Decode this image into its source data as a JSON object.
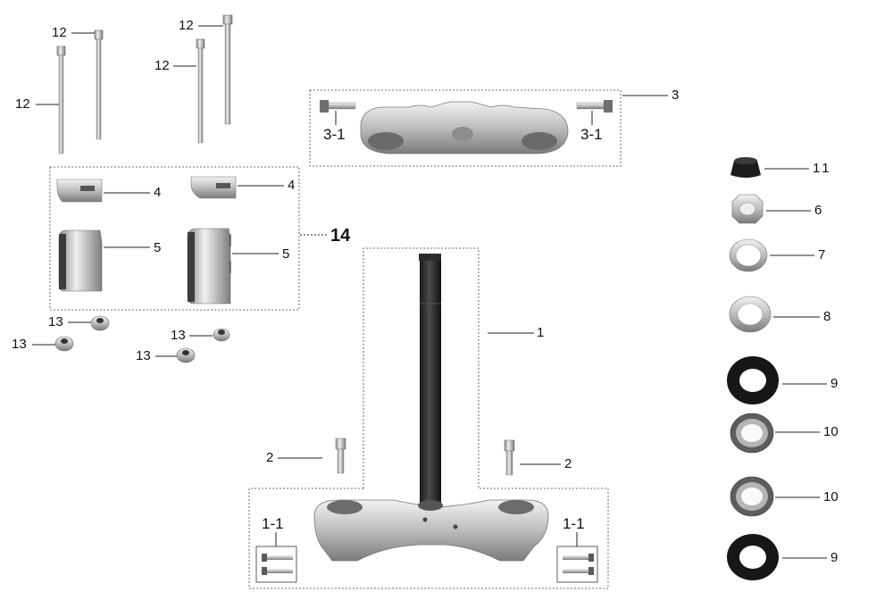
{
  "callouts": {
    "bolt_a": "12",
    "bolt_b": "12",
    "bolt_c": "12",
    "bolt_d": "12",
    "top_clamp": "3",
    "top_clamp_bolt_left": "3-1",
    "top_clamp_bolt_right": "3-1",
    "clamp_cap_left": "4",
    "clamp_cap_right": "4",
    "clamp_body_left": "5",
    "clamp_body_right": "5",
    "clamp_assembly": "14",
    "nut_a": "13",
    "nut_b": "13",
    "nut_c": "13",
    "nut_d": "13",
    "steering_stem": "1",
    "pinch_bolt_left": "2",
    "pinch_bolt_right": "2",
    "lower_bolt_set_left": "1-1",
    "lower_bolt_set_right": "1-1",
    "stem_cap": "11",
    "stem_nut": "6",
    "washer": "7",
    "lock_washer": "8",
    "dust_seal_top": "9",
    "bearing_top": "10",
    "bearing_bottom": "10",
    "dust_seal_bottom": "9"
  }
}
